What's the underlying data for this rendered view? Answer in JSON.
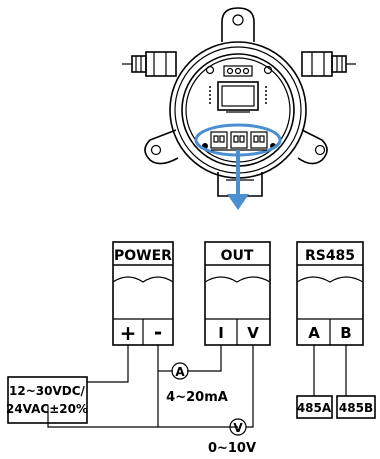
{
  "blocks": {
    "power": {
      "label": "POWER",
      "terminal_1": "+",
      "terminal_2": "-"
    },
    "out": {
      "label": "OUT",
      "terminal_1": "I",
      "terminal_2": "V"
    },
    "rs485": {
      "label": "RS485",
      "terminal_1": "A",
      "terminal_2": "B"
    }
  },
  "supply": {
    "line1": "12~30VDC/",
    "line2": "24VAC±20%"
  },
  "meters": {
    "ammeter_symbol": "A",
    "current_range": "4~20mA",
    "voltmeter_symbol": "V",
    "voltage_range": "0~10V"
  },
  "rs485_ports": {
    "a": "485A",
    "b": "485B"
  },
  "colors": {
    "arrow": "#4a8fd0",
    "ink": "#000000"
  }
}
